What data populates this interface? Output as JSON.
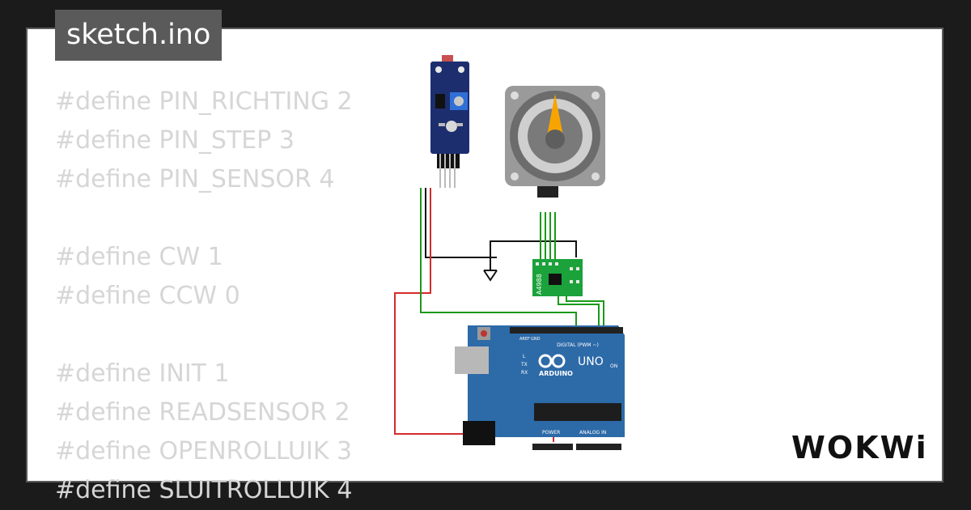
{
  "file": {
    "name": "sketch.ino"
  },
  "code_lines": [
    "#define PIN_RICHTING 2",
    "#define PIN_STEP 3",
    "#define PIN_SENSOR 4",
    "",
    "#define CW 1",
    "#define CCW 0",
    "",
    "#define INIT 1",
    "#define READSENSOR 2",
    "#define OPENROLLUIK 3",
    "#define SLUITROLLUIK 4"
  ],
  "components": {
    "driver_label": "A4988",
    "arduino_uno_label": "UNO",
    "arduino_brand": "ARDUINO",
    "digital_header": "DIGITAL (PWM ~)",
    "power_header": "POWER",
    "analog_header": "ANALOG IN",
    "label_L": "L",
    "label_tx": "TX",
    "label_rx": "RX",
    "label_on": "ON",
    "label_gnd": "GND",
    "label_aref": "AREF"
  },
  "brand": {
    "logo_text": "WOKWi"
  },
  "colors": {
    "page_bg": "#1b1b1b",
    "card_bg": "#ffffff",
    "title_bg": "#5a5a5a",
    "code_text": "#d6d6d6",
    "arduino_board": "#2d6aa8",
    "driver_board": "#1ba23a",
    "sensor_board": "#1c2e6e",
    "wire_green": "#1a9a1a",
    "wire_red": "#d52b2b",
    "wire_black": "#111111",
    "stepper_needle": "#f7a400"
  }
}
